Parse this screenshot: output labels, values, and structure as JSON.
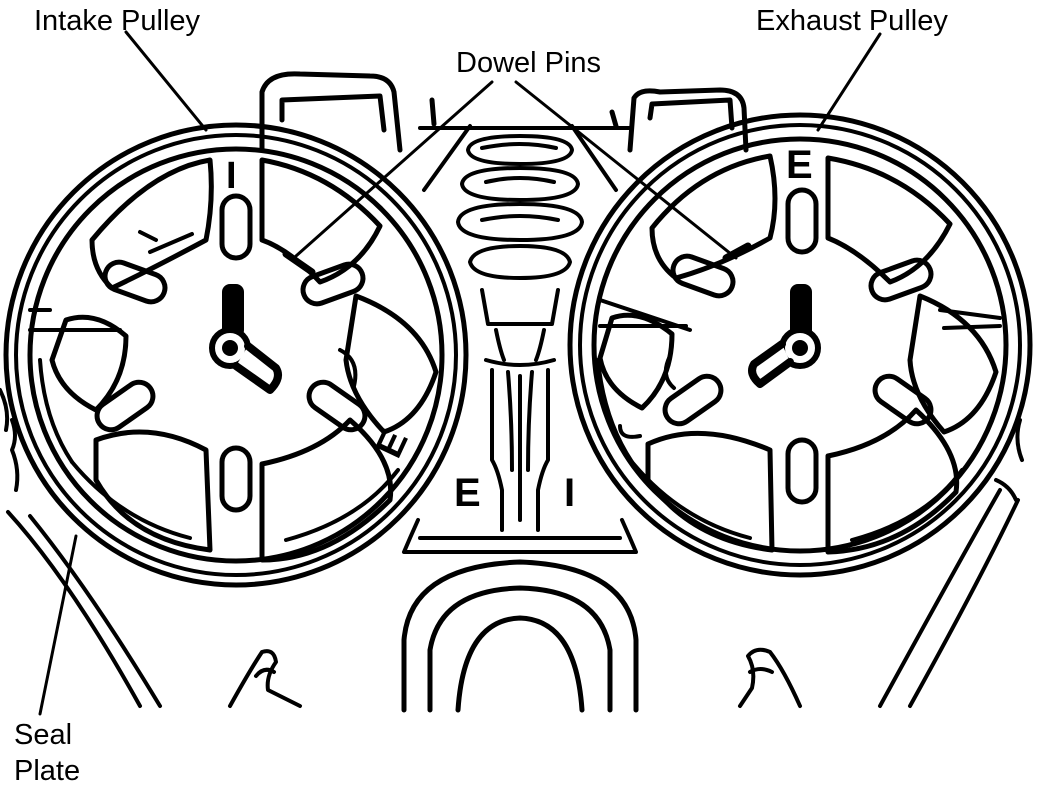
{
  "labels": {
    "intake_pulley": "Intake Pulley",
    "exhaust_pulley": "Exhaust Pulley",
    "dowel_pins": "Dowel Pins",
    "seal_plate_line1": "Seal",
    "seal_plate_line2": "Plate"
  },
  "marks": {
    "intake_top": "I",
    "intake_side": "E",
    "exhaust_top": "E",
    "center_left": "E",
    "center_right": "I"
  },
  "colors": {
    "ink": "#000000",
    "paper": "#ffffff"
  }
}
